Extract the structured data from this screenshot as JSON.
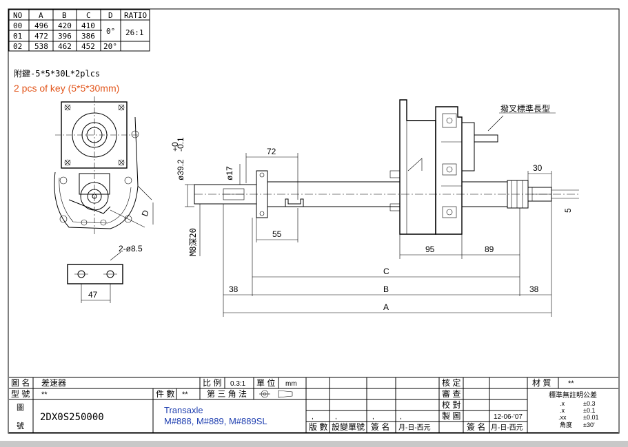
{
  "ratio_table": {
    "headers": [
      "NO",
      "A",
      "B",
      "C",
      "D",
      "RATIO"
    ],
    "rows": [
      [
        "00",
        "496",
        "420",
        "410"
      ],
      [
        "01",
        "472",
        "396",
        "386"
      ],
      [
        "02",
        "538",
        "462",
        "452"
      ]
    ],
    "d_group": "0°",
    "d_row2": "20°",
    "ratio": "26:1"
  },
  "notes": {
    "key_cn": "附鍵-5*5*30L*2plcs",
    "key_en": "2 pcs of key (5*5*30mm)"
  },
  "dimensions": {
    "d72": "72",
    "d55": "55",
    "d95": "95",
    "d89": "89",
    "d30": "30",
    "d5": "5",
    "d38_left": "38",
    "d38_right": "38",
    "dA": "A",
    "dB": "B",
    "dC": "C",
    "d47": "47",
    "hole": "2-ø8.5",
    "dD": "D",
    "phi17": "ø17",
    "phi39": "ø39.2",
    "phi39_tol_top": "+0",
    "phi39_tol_bottom": "-0.1",
    "m8": "M8深20",
    "fork": "撥叉標準長型"
  },
  "title_block": {
    "drawing_name_label": "圖 名",
    "drawing_name": "差速器",
    "ratio_label": "比 例",
    "ratio_value": "0.3:1",
    "unit_label": "單 位",
    "unit_value": "mm",
    "model_label": "型 號",
    "model_value": "**",
    "qty_label": "件 數",
    "qty_value": "**",
    "projection_label": "第 三 角 法",
    "drawing_no_label_top": "圖",
    "drawing_no_label_bottom": "號",
    "drawing_no": "2DX0S250000",
    "product_line1": "Transaxle",
    "product_line2": "M#888, M#889, M#889SL",
    "approve_label": "核 定",
    "review_label": "審 查",
    "check_label": "校 對",
    "draw_label": "製 圖",
    "draw_date": "12-06-'07",
    "material_label": "材 質",
    "material_value": "**",
    "rev_headers": [
      "版 數",
      "設變單號",
      "簽 名",
      "月-日-西元"
    ],
    "sign_label": "簽 名",
    "date_format": "月-日-西元",
    "tolerance_title": "標準無註明公差",
    "tolerances": [
      [
        ".x",
        "±0.3"
      ],
      [
        ".x",
        "±0.1"
      ],
      [
        ".xx",
        "±0.01"
      ],
      [
        "角度",
        "±30'"
      ]
    ]
  }
}
